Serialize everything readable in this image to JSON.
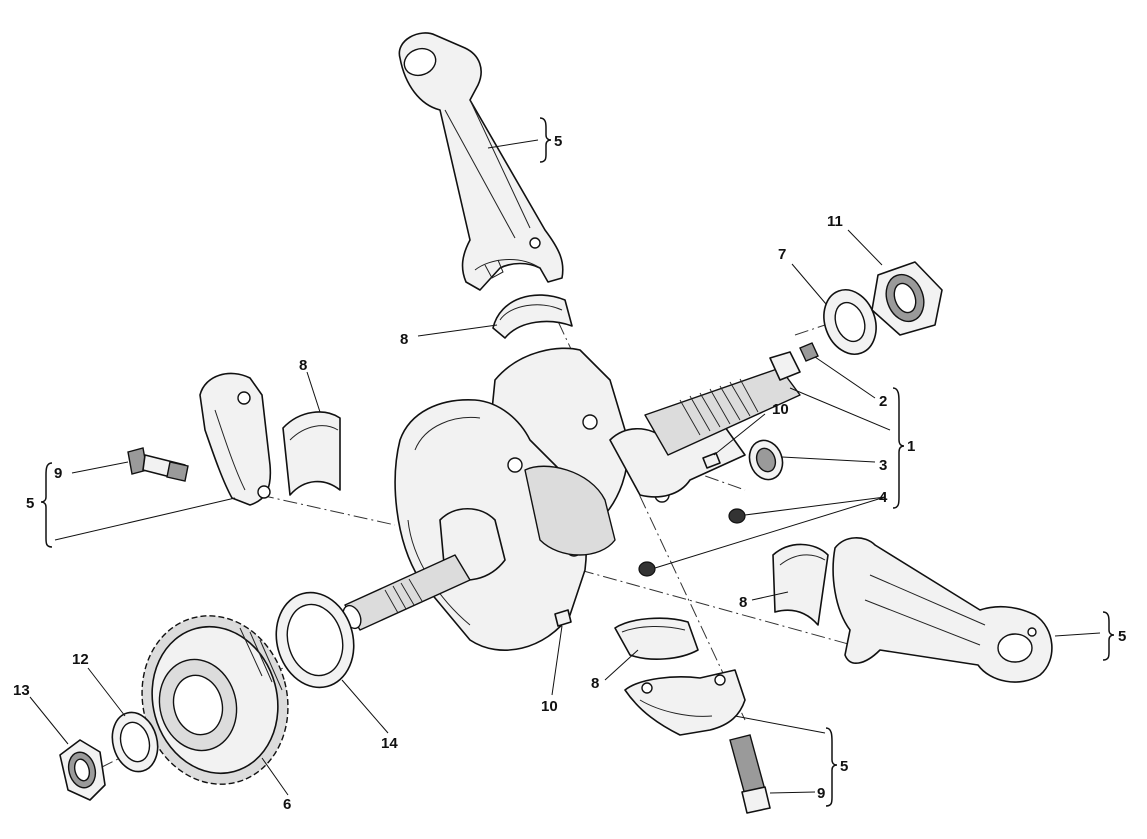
{
  "callouts": {
    "c1": "1",
    "c2": "2",
    "c3": "3",
    "c4": "4",
    "c5_top_rod": "5",
    "c5_left_cap": "5",
    "c5_right_rod": "5",
    "c5_bottom_cap": "5",
    "c6": "6",
    "c7": "7",
    "c8_top": "8",
    "c8_left": "8",
    "c8_right": "8",
    "c8_bottom": "8",
    "c9_left": "9",
    "c9_bottom": "9",
    "c10_upper": "10",
    "c10_lower": "10",
    "c11": "11",
    "c12": "12",
    "c13": "13",
    "c14": "14"
  }
}
